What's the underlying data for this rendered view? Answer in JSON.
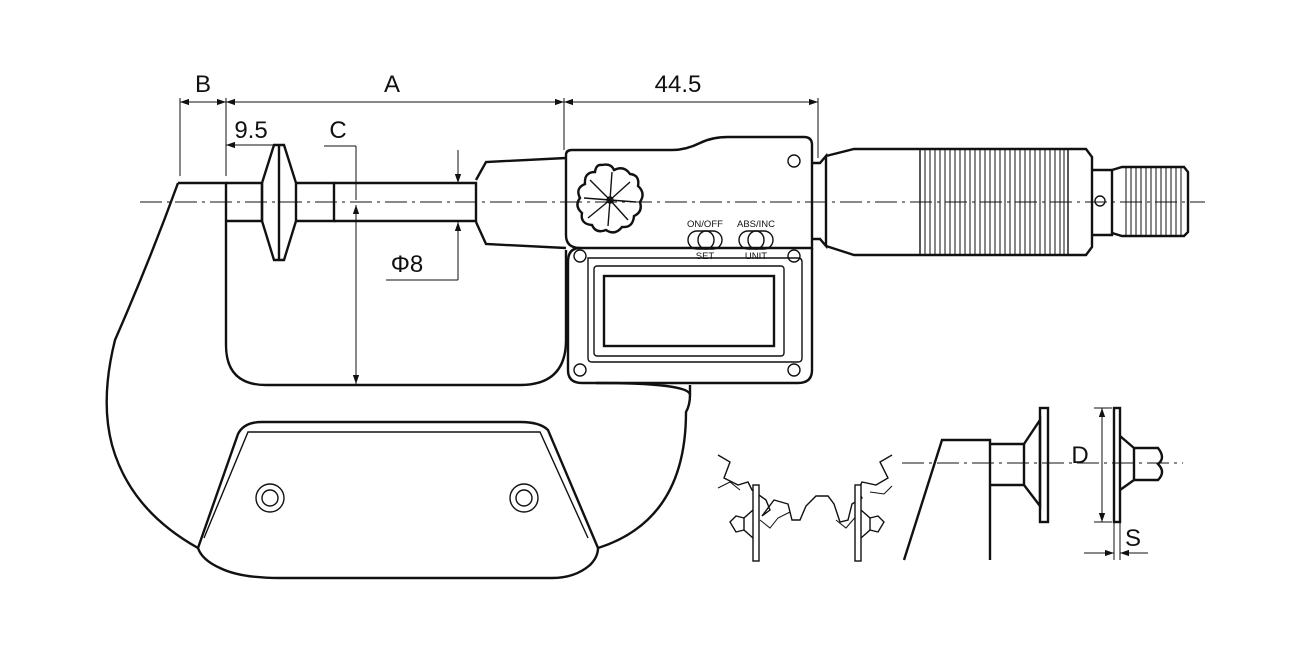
{
  "dimensions": {
    "b": "B",
    "a": "A",
    "length": "44.5",
    "offset": "9.5",
    "c": "C",
    "spindle_dia": "Φ8",
    "disk_d": "D",
    "disk_s": "S"
  },
  "buttons": {
    "power_top": "ON/OFF",
    "power_bottom": "SET",
    "mode_top": "ABS/INC",
    "mode_bottom": "UNIT"
  }
}
